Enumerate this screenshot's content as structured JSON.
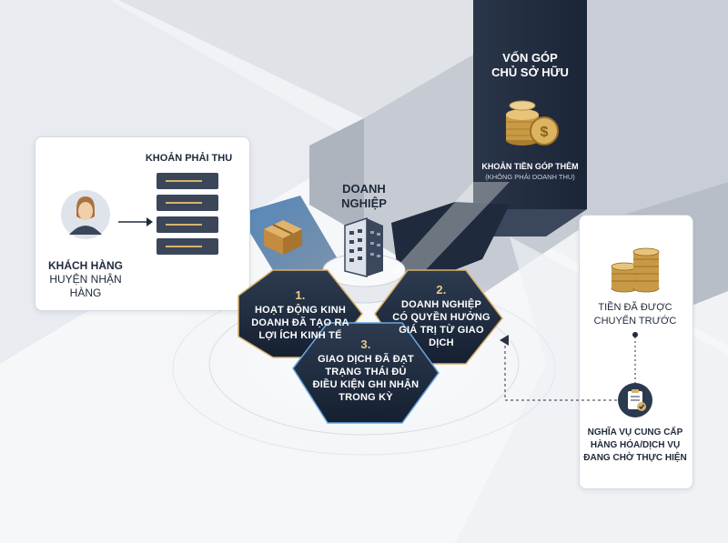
{
  "customer": {
    "name": "KHÁCH HÀNG",
    "status_line1": "HUYỆN NHẬN",
    "status_line2": "HÀNG",
    "avatar_icon": "person-avatar-icon"
  },
  "receivables": {
    "title": "KHOẢN PHẢI THU",
    "icon": "document-list-icon"
  },
  "enterprise": {
    "line1": "DOANH",
    "line2": "NGHIỆP",
    "icon": "office-building-icon"
  },
  "owner_capital": {
    "line1": "VỐN GÓP",
    "line2": "CHỦ SỞ HỮU",
    "note1": "KHOẢN TIỀN GÓP THÊM",
    "note2": "(KHÔNG PHẢI DOANH THU)",
    "icon": "coin-stack-icon"
  },
  "prepaid": {
    "line1": "TIỀN ĐÃ ĐƯỢC",
    "line2": "CHUYỂN TRƯỚC",
    "icon": "coin-stack-icon"
  },
  "obligation": {
    "line1": "NGHĨA VỤ CUNG CẤP",
    "line2": "HÀNG HÓA/DỊCH VỤ",
    "line3": "ĐANG CHỜ THỰC HIỆN",
    "icon": "clipboard-check-icon"
  },
  "criteria": [
    {
      "num": "1.",
      "line1": "HOẠT ĐỘNG KINH",
      "line2": "DOANH ĐÃ TẠO RA",
      "line3": "LỢI ÍCH KINH TẾ",
      "line4": ""
    },
    {
      "num": "2.",
      "line1": "DOANH NGHIỆP",
      "line2": "CÓ QUYỀN HƯỞNG",
      "line3": "GIÁ TRỊ TỪ GIAO",
      "line4": "DỊCH"
    },
    {
      "num": "3.",
      "line1": "GIAO DỊCH ĐÃ ĐẠT",
      "line2": "TRẠNG THÁI ĐỦ",
      "line3": "ĐIỀU KIỆN GHI NHẬN",
      "line4": "TRONG KỲ"
    }
  ],
  "package_icon": "package-box-icon",
  "colors": {
    "navy": "#1e2a3c",
    "gold": "#d9b16a",
    "blue_glow": "#2b6fae"
  }
}
